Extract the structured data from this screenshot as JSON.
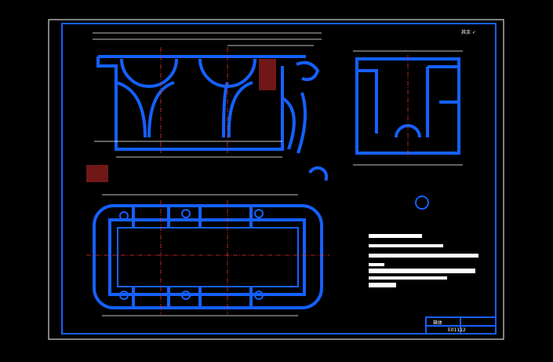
{
  "drawing": {
    "roughness_note": "其余 ✓",
    "title_block": {
      "part_name": "箱体",
      "drawing_code": "E01112"
    },
    "colors": {
      "outline": "#1560ff",
      "centerline": "#e03030",
      "dimension": "#ffffff",
      "background": "#000000"
    }
  }
}
